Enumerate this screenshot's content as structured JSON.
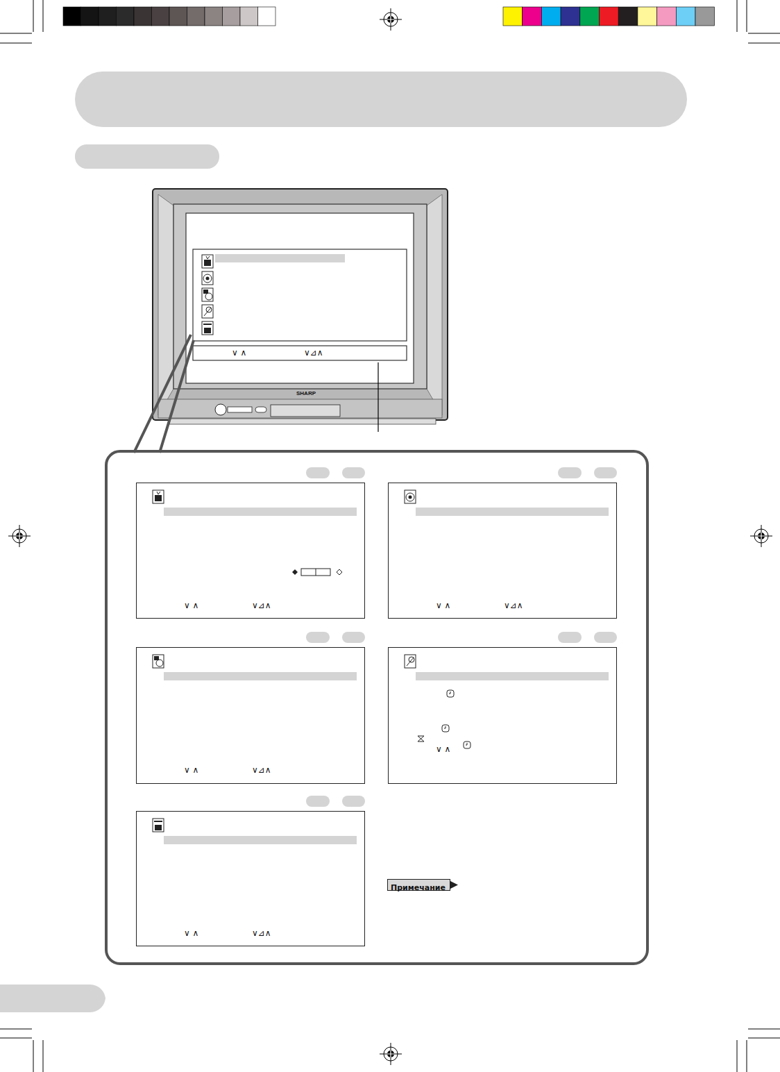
{
  "diagram": {
    "nodes": [
      {
        "text": [
          "∨ ∧",
          "∨⊿∧"
        ]
      },
      {
        "text": [
          "∨ ∧",
          "∨⊿∧"
        ]
      },
      {
        "text": [
          "∨ ∧",
          "∨⊿∧"
        ]
      },
      {
        "text": [
          "∨ ∧",
          "∨⊿∧"
        ]
      },
      {
        "text": [
          "∨ ∧"
        ]
      },
      {
        "text": [
          "∨ ∧",
          "∨⊿∧"
        ]
      },
      {
        "text": [
          "Примечание"
        ]
      }
    ],
    "labels": [
      "SHARP"
    ]
  }
}
